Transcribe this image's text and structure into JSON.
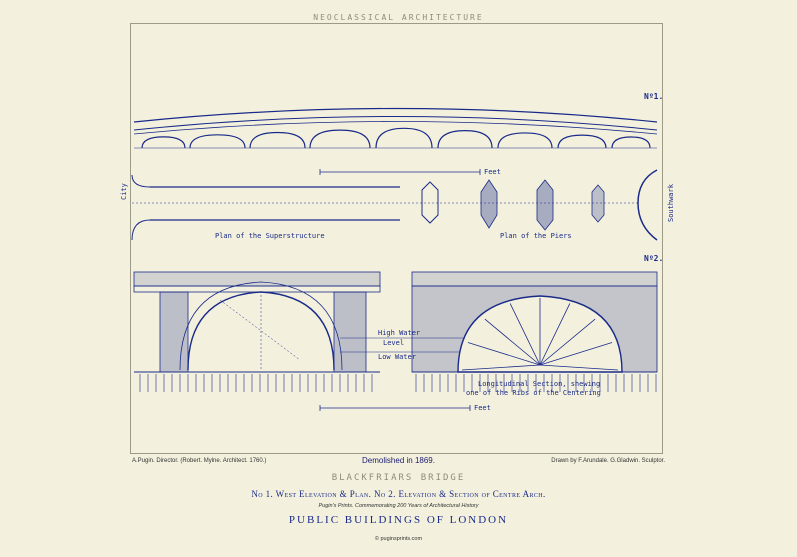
{
  "header": {
    "series_title": "NEOCLASSICAL ARCHITECTURE"
  },
  "plate": {
    "no1": "Nº1.",
    "no2": "Nº2.",
    "feet_top": "Feet",
    "feet_bottom": "Feet",
    "city": "City",
    "southwark": "Southwark",
    "plan_super": "Plan of the Superstructure",
    "plan_piers": "Plan of the Piers",
    "high_water": "High Water",
    "level": "Level",
    "low_water": "Low Water",
    "long_section_1": "Longitudinal Section, shewing",
    "long_section_2": "one of the Ribs of the Centering"
  },
  "footer": {
    "credit_left": "A.Pugin. Director. (Robert. Mylne. Architect. 1760.)",
    "credit_right": "Drawn by F.Arundale. G.Gladwin. Sculptor.",
    "demolished": "Demolished in 1869.",
    "bridge_title": "BLACKFRIARS BRIDGE",
    "subtitle": "No 1. West Elevation & Plan. No 2. Elevation & Section of Centre Arch.",
    "pugins": "Pugin's Prints. Commemorating 200 Years of Architectural History",
    "public_buildings": "PUBLIC BUILDINGS OF LONDON",
    "url": "© puginsprints.com"
  },
  "colors": {
    "paper": "#f3f1dd",
    "ink": "#1a2a8a",
    "frame": "#9d9b88"
  }
}
